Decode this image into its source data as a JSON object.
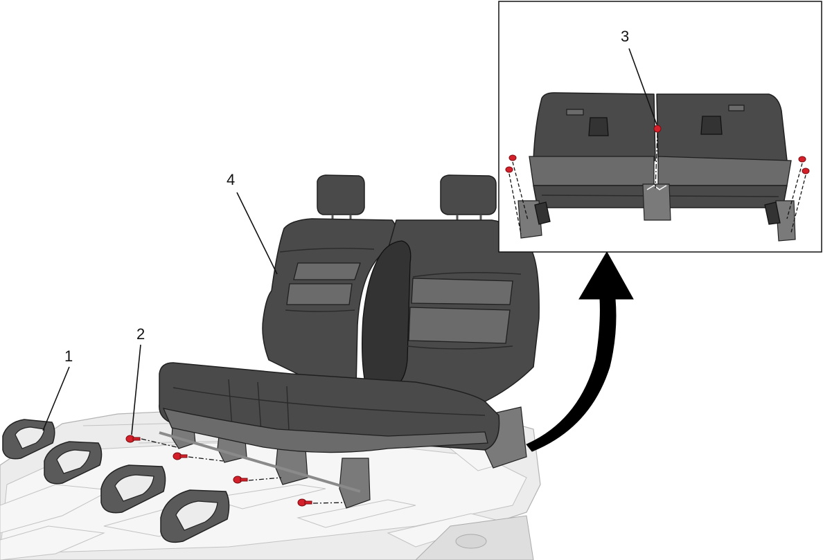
{
  "callouts": [
    {
      "label": "1"
    },
    {
      "label": "2"
    },
    {
      "label": "3"
    },
    {
      "label": "4"
    }
  ],
  "colors": {
    "fastener": "#d4202a",
    "seat": "#4a4a4a",
    "floor": "#ececec"
  }
}
